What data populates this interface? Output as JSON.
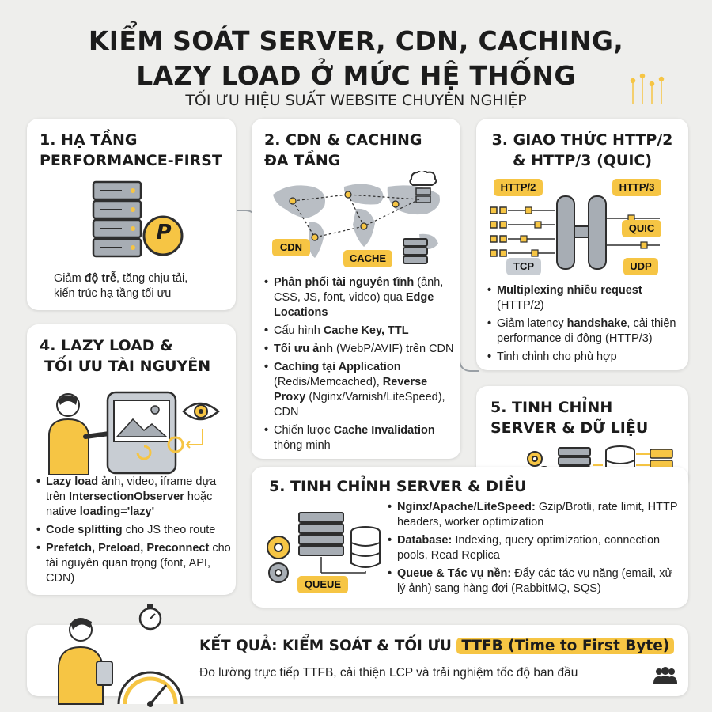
{
  "header": {
    "title_line1": "KIỂM SOÁT SERVER, CDN, CACHING,",
    "title_line2": "LAZY LOAD Ở MỨC HỆ THỐNG",
    "subtitle": "TỐI ƯU HIỆU SUẤT WEBSITE CHUYÊN NGHIỆP"
  },
  "card1": {
    "title_line1": "1. HẠ TẦNG",
    "title_line2": "PERFORMANCE-FIRST",
    "badge_letter": "P",
    "desc_1": "Giảm ",
    "desc_2": "độ trễ",
    "desc_3": ", tăng chịu tải,",
    "desc_4": "kiến trúc hạ tầng tối ưu"
  },
  "card2": {
    "title_line1": "2. CDN & CACHING",
    "title_line2": "ĐA TẦNG",
    "tag_cdn": "CDN",
    "tag_cache": "CACHE",
    "b1_bold": "Phân phối tài nguyên tĩnh",
    "b1_rest": " (ảnh, CSS, JS, font, video) qua ",
    "b1_bold2": "Edge Locations",
    "b2_pre": "Cấu hình ",
    "b2_bold": "Cache Key, TTL",
    "b3_bold": "Tối ưu ảnh",
    "b3_rest": " (WebP/AVIF) trên CDN",
    "b4_bold": "Caching tại Application",
    "b4_rest": " (Redis/Memcached), ",
    "b4_bold2": "Reverse Proxy",
    "b4_rest2": " (Nginx/Varnish/LiteSpeed), CDN",
    "b5_pre": "Chiến lược ",
    "b5_bold": "Cache Invalidation",
    "b5_rest": " thông minh"
  },
  "card3": {
    "title_line1": "3. GIAO THỨC HTTP/2",
    "title_line2": "& HTTP/3 (QUIC)",
    "tag_http2": "HTTP/2",
    "tag_http3": "HTTP/3",
    "tag_quic": "QUIC",
    "tag_tcp": "TCP",
    "tag_udp": "UDP",
    "b1_bold": "Multiplexing nhiều request",
    "b1_rest": " (HTTP/2)",
    "b2_pre": "Giảm latency ",
    "b2_bold": "handshake",
    "b2_rest": ", cải thiện performance di động (HTTP/3)",
    "b3": "Tinh chỉnh cho phù hợp"
  },
  "card4": {
    "title_line1": "4. LAZY LOAD &",
    "title_line2": "TỐI ƯU TÀI NGUYÊN",
    "b1_bold": "Lazy load",
    "b1_rest": " ảnh, video, iframe dựa trên ",
    "b1_bold2": "IntersectionObserver",
    "b1_rest2": " hoặc native ",
    "b1_bold3": "loading='lazy'",
    "b2_bold": "Code splitting",
    "b2_rest": " cho JS theo route",
    "b3_bold": "Prefetch, Preload, Preconnect",
    "b3_rest": " cho tài nguyên quan trọng (font, API, CDN)"
  },
  "card5a": {
    "title_line1": "5. TINH CHỈNH",
    "title_line2": "SERVER & DỮ LIỆU"
  },
  "card5b": {
    "title": "5. TINH CHỈNH SERVER & DIỀU",
    "tag_queue": "QUEUE",
    "b1_bold": "Nginx/Apache/LiteSpeed:",
    "b1_rest": " Gzip/Brotli, rate limit, HTTP headers, worker optimization",
    "b2_bold": "Database:",
    "b2_rest": " Indexing, query optimization, connection pools, Read Replica",
    "b3_bold": "Queue & Tác vụ nền:",
    "b3_rest": " Đẩy các tác vụ nặng (email, xử lý ảnh) sang hàng đợi (RabbitMQ, SQS)"
  },
  "result": {
    "title_pre": "KẾT QUẢ: KIỂM SOÁT & TỐI ƯU ",
    "title_highlight": "TTFB (Time to First Byte)",
    "desc": "Đo lường trực tiếp TTFB, cải thiện LCP và trải nghiệm tốc độ ban đầu"
  },
  "colors": {
    "accent": "#f6c544",
    "server_gray": "#a7adb4",
    "dark": "#2e2e2e",
    "card_bg": "#ffffff",
    "page_bg": "#eeeeec"
  }
}
